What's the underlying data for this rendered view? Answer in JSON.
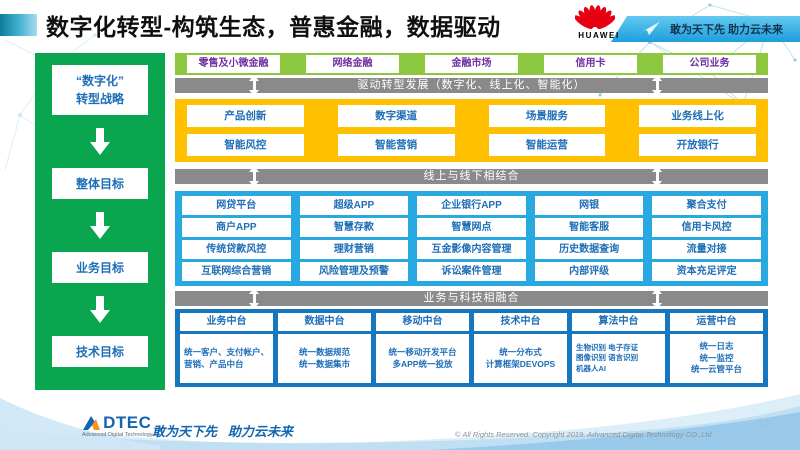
{
  "header": {
    "title": "数字化转型-构筑生态，普惠金融，数据驱动",
    "logo_text": "HUAWEI",
    "banner_slogan": "敢为天下先 助力云未来"
  },
  "sidebar": {
    "items": [
      "“数字化”\n转型战略",
      "整体目标",
      "业务目标",
      "技术目标"
    ]
  },
  "main": {
    "business_row": [
      "零售及小微金融",
      "网络金融",
      "金融市场",
      "信用卡",
      "公司业务"
    ],
    "band_drive": "驱动转型发展（数字化、线上化、智能化）",
    "transform_rows": [
      [
        "产品创新",
        "数字渠道",
        "场景服务",
        "业务线上化"
      ],
      [
        "智能风控",
        "智能营销",
        "智能运营",
        "开放银行"
      ]
    ],
    "band_online": "线上与线下相结合",
    "apps": [
      [
        "网贷平台",
        "超级APP",
        "企业银行APP",
        "网银",
        "聚合支付"
      ],
      [
        "商户APP",
        "智慧存款",
        "智慧网点",
        "智能客服",
        "信用卡风控"
      ],
      [
        "传统贷款风控",
        "理财营销",
        "互金影像内容管理",
        "历史数据查询",
        "流量对接"
      ],
      [
        "互联网综合营销",
        "风险管理及预警",
        "诉讼案件管理",
        "内部评级",
        "资本充足评定"
      ]
    ],
    "band_fuse": "业务与科技相融合",
    "platforms": [
      {
        "title": "业务中台",
        "lines": [
          "统一客户、支付帐户、营销、产品中台"
        ]
      },
      {
        "title": "数据中台",
        "lines": [
          "统一数据规范",
          "统一数据集市"
        ]
      },
      {
        "title": "移动中台",
        "lines": [
          "统一移动开发平台",
          "多APP统一投放"
        ]
      },
      {
        "title": "技术中台",
        "lines": [
          "统一分布式",
          "计算框架DEVOPS"
        ]
      },
      {
        "title": "算法中台",
        "lines": [
          "生物识别 电子存证",
          "图像识别 语言识别",
          "机器人AI"
        ]
      },
      {
        "title": "运营中台",
        "lines": [
          "统一日志",
          "统一监控",
          "统一云管平台"
        ]
      }
    ]
  },
  "footer": {
    "logo_text": "DTEC",
    "logo_sub": "Advanced Digital Technology",
    "slogan": "敢为天下先   助力云未来",
    "copyright": "© All Rights Reserved. Copyright 2019, Advanced Digital Technology CO.,Ltd",
    "page_number": "10"
  },
  "colors": {
    "sidebar_green": "#0aa54f",
    "business_green": "#8dc63f",
    "transform_yellow": "#ffc000",
    "apps_cyan": "#29a9e1",
    "platform_blue": "#1577be",
    "band_gray": "#8a8a8a",
    "box_text_blue": "#1e6eb8",
    "business_text_purple": "#7030a0",
    "huawei_red": "#e60012",
    "banner_blue": "#1d9edc"
  }
}
